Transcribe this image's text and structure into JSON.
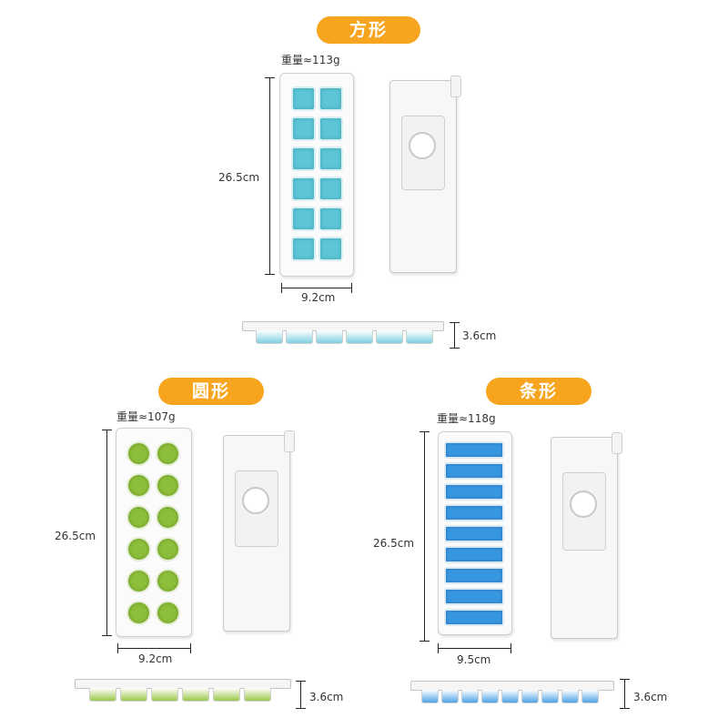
{
  "sections": {
    "square": {
      "title": "方形",
      "weight": "重量≈113g",
      "height": "26.5cm",
      "width": "9.2cm",
      "depth": "3.6cm"
    },
    "round": {
      "title": "圆形",
      "weight": "重量≈107g",
      "height": "26.5cm",
      "width": "9.2cm",
      "depth": "3.6cm"
    },
    "strip": {
      "title": "条形",
      "weight": "重量≈118g",
      "height": "26.5cm",
      "width": "9.5cm",
      "depth": "3.6cm"
    }
  },
  "colors": {
    "accent": "#f7a51e",
    "square_cell": "#5cc6d6",
    "round_cell": "#8dbf3a",
    "strip_cell": "#3796e0"
  }
}
